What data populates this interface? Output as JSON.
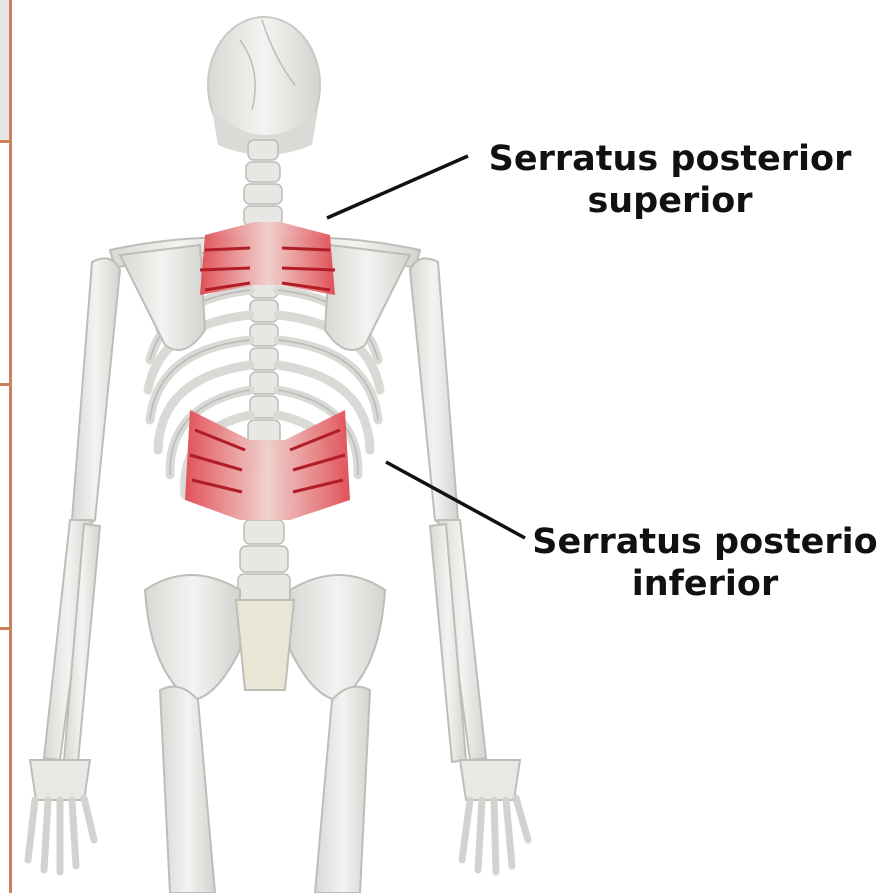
{
  "labels": {
    "superior": {
      "line1": "Serratus posterior",
      "line2": "superior"
    },
    "inferior": {
      "line1": "Serratus posterio",
      "line2": "inferior"
    }
  },
  "colors": {
    "bone": "#ececea",
    "bone_shadow": "#c9c9c6",
    "muscle": "#d8323a",
    "tendon": "#f2d8d4",
    "leader_line": "#111111",
    "frame_accent": "#c8815a"
  }
}
